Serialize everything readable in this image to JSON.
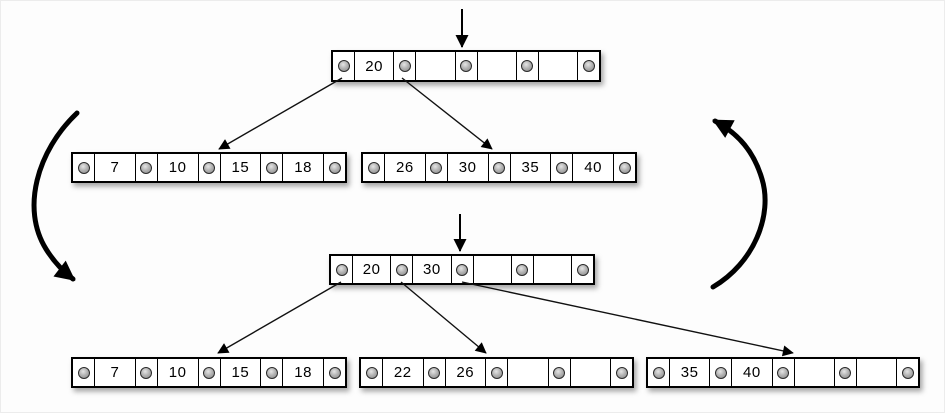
{
  "colors": {
    "background": "#fdfdfd",
    "node_fill": "#ffffff",
    "node_border": "#000000",
    "pointer_circle": "#9a9a9a",
    "arrow": "#000000"
  },
  "nodes": [
    {
      "id": "top-root",
      "keys": [
        "20",
        "",
        "",
        ""
      ]
    },
    {
      "id": "top-left-child",
      "keys": [
        "7",
        "10",
        "15",
        "18"
      ]
    },
    {
      "id": "top-right-child",
      "keys": [
        "26",
        "30",
        "35",
        "40"
      ]
    },
    {
      "id": "bottom-root",
      "keys": [
        "20",
        "30",
        "",
        ""
      ]
    },
    {
      "id": "bottom-left-child",
      "keys": [
        "7",
        "10",
        "15",
        "18"
      ]
    },
    {
      "id": "bottom-middle-child",
      "keys": [
        "22",
        "26",
        "",
        ""
      ]
    },
    {
      "id": "bottom-right-child",
      "keys": [
        "35",
        "40",
        "",
        ""
      ]
    }
  ],
  "arrows": [
    {
      "name": "insertion-cursor-top-arrow",
      "direction": "down"
    },
    {
      "name": "top-root-to-left-child-arrow",
      "direction": "down-left"
    },
    {
      "name": "top-root-to-right-child-arrow",
      "direction": "down-right"
    },
    {
      "name": "split-transition-left-arrow",
      "direction": "down",
      "style": "thick-curved"
    },
    {
      "name": "split-transition-right-arrow",
      "direction": "up",
      "style": "thick-curved"
    },
    {
      "name": "insertion-cursor-bottom-arrow",
      "direction": "down"
    },
    {
      "name": "bottom-root-to-left-child-arrow",
      "direction": "down-left"
    },
    {
      "name": "bottom-root-to-middle-child-arrow",
      "direction": "down-right"
    },
    {
      "name": "bottom-root-to-right-child-arrow",
      "direction": "down-right"
    }
  ]
}
